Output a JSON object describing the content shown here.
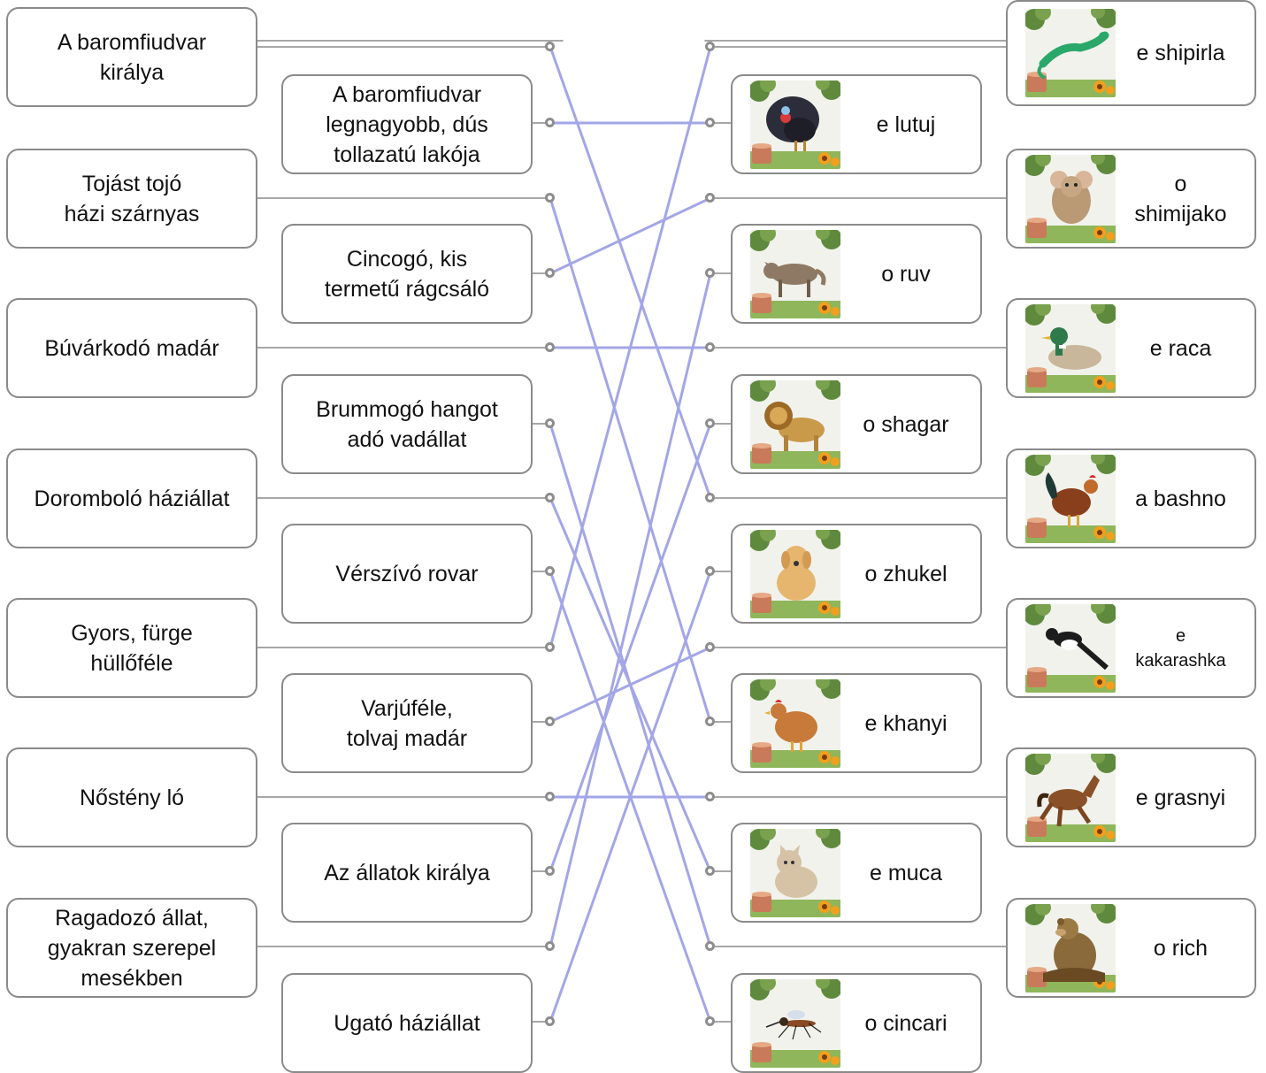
{
  "colors": {
    "connector": "#a3a6e6",
    "stub": "#8a8a8a",
    "card_border": "#8a8a8a"
  },
  "left_items": [
    {
      "id": "L1",
      "text": "A  baromfiudvar\nkirálya"
    },
    {
      "id": "L2",
      "text": "A baromfiudvar\nlegnagyobb, dús\ntollazatú lakója"
    },
    {
      "id": "L3",
      "text": "Tojást tojó\nházi szárnyas"
    },
    {
      "id": "L4",
      "text": "Cincogó, kis\ntermetű rágcsáló"
    },
    {
      "id": "L5",
      "text": "Búvárkodó  madár"
    },
    {
      "id": "L6",
      "text": "Brummogó  hangot\nadó vadállat"
    },
    {
      "id": "L7",
      "text": "Doromboló  háziállat"
    },
    {
      "id": "L8",
      "text": "Vérszívó  rovar"
    },
    {
      "id": "L9",
      "text": "Gyors, fürge\nhüllőféle"
    },
    {
      "id": "L10",
      "text": "Varjúféle,\ntolvaj madár"
    },
    {
      "id": "L11",
      "text": "Nőstény ló"
    },
    {
      "id": "L12",
      "text": "Az állatok királya"
    },
    {
      "id": "L13",
      "text": "Ragadozó állat,\ngyakran szerepel\nmesékben"
    },
    {
      "id": "L14",
      "text": "Ugató háziállat"
    }
  ],
  "right_items": [
    {
      "id": "R1",
      "word": "e shipirla",
      "image": "lizard-image"
    },
    {
      "id": "R2",
      "word": "e lutuj",
      "image": "turkey-image"
    },
    {
      "id": "R3",
      "word": "o\nshimijako",
      "image": "mouse-image"
    },
    {
      "id": "R4",
      "word": "o ruv",
      "image": "wolf-image"
    },
    {
      "id": "R5",
      "word": "e raca",
      "image": "duck-image"
    },
    {
      "id": "R6",
      "word": "o shagar",
      "image": "lion-image"
    },
    {
      "id": "R7",
      "word": "a bashno",
      "image": "rooster-image"
    },
    {
      "id": "R8",
      "word": "o zhukel",
      "image": "dog-image"
    },
    {
      "id": "R9",
      "word": "e\nkakarashka",
      "image": "magpie-image"
    },
    {
      "id": "R10",
      "word": "e khanyi",
      "image": "hen-image"
    },
    {
      "id": "R11",
      "word": "e grasnyi",
      "image": "horse-image"
    },
    {
      "id": "R12",
      "word": "e muca",
      "image": "cat-image"
    },
    {
      "id": "R13",
      "word": "o rich",
      "image": "bear-image"
    },
    {
      "id": "R14",
      "word": "o cincari",
      "image": "mosquito-image"
    }
  ],
  "connections": [
    {
      "from": "L1",
      "to": "R7"
    },
    {
      "from": "L2",
      "to": "R2"
    },
    {
      "from": "L3",
      "to": "R10"
    },
    {
      "from": "L4",
      "to": "R3"
    },
    {
      "from": "L5",
      "to": "R5"
    },
    {
      "from": "L6",
      "to": "R13"
    },
    {
      "from": "L7",
      "to": "R12"
    },
    {
      "from": "L8",
      "to": "R14"
    },
    {
      "from": "L9",
      "to": "R1"
    },
    {
      "from": "L10",
      "to": "R9"
    },
    {
      "from": "L11",
      "to": "R11"
    },
    {
      "from": "L12",
      "to": "R6"
    },
    {
      "from": "L13",
      "to": "R4"
    },
    {
      "from": "L14",
      "to": "R8"
    }
  ]
}
